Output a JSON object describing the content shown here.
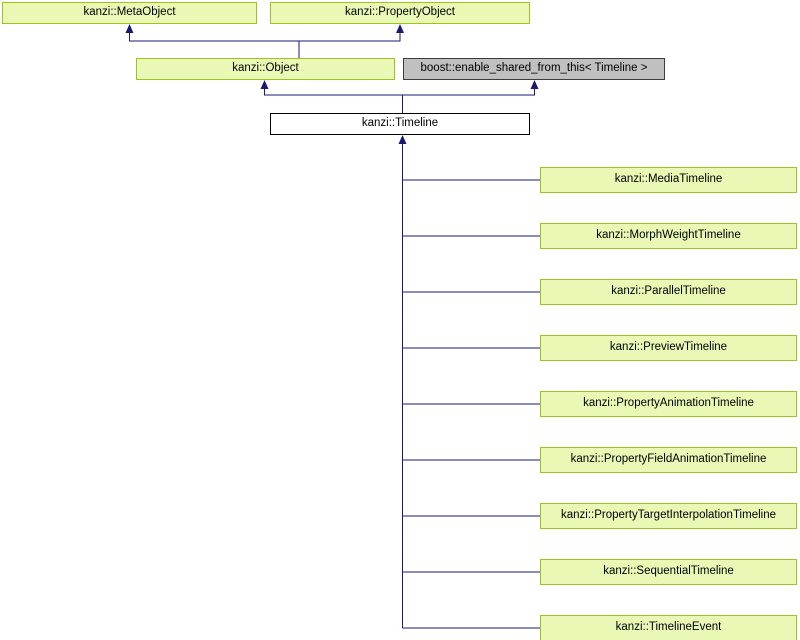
{
  "diagram": {
    "kind": "class-inheritance-graph",
    "root": {
      "label": "kanzi::Timeline"
    },
    "bases": {
      "metaobject": {
        "label": "kanzi::MetaObject"
      },
      "propertyobject": {
        "label": "kanzi::PropertyObject"
      },
      "object": {
        "label": "kanzi::Object"
      },
      "boost": {
        "label": "boost::enable_shared_from_this< Timeline >"
      }
    },
    "derived": [
      {
        "label": "kanzi::MediaTimeline"
      },
      {
        "label": "kanzi::MorphWeightTimeline"
      },
      {
        "label": "kanzi::ParallelTimeline"
      },
      {
        "label": "kanzi::PreviewTimeline"
      },
      {
        "label": "kanzi::PropertyAnimationTimeline"
      },
      {
        "label": "kanzi::PropertyFieldAnimationTimeline"
      },
      {
        "label": "kanzi::PropertyTargetInterpolationTimeline"
      },
      {
        "label": "kanzi::SequentialTimeline"
      },
      {
        "label": "kanzi::TimelineEvent"
      }
    ],
    "colors": {
      "class_box_fill": "#eaf8b6",
      "class_box_border": "#9bc41e",
      "external_box_fill": "#c0c0c0",
      "external_box_border": "#3c3c3c",
      "current_box_fill": "#ffffff",
      "current_box_border": "#000000",
      "edge": "#191970",
      "text": "#000000",
      "background": "#ffffff"
    }
  }
}
